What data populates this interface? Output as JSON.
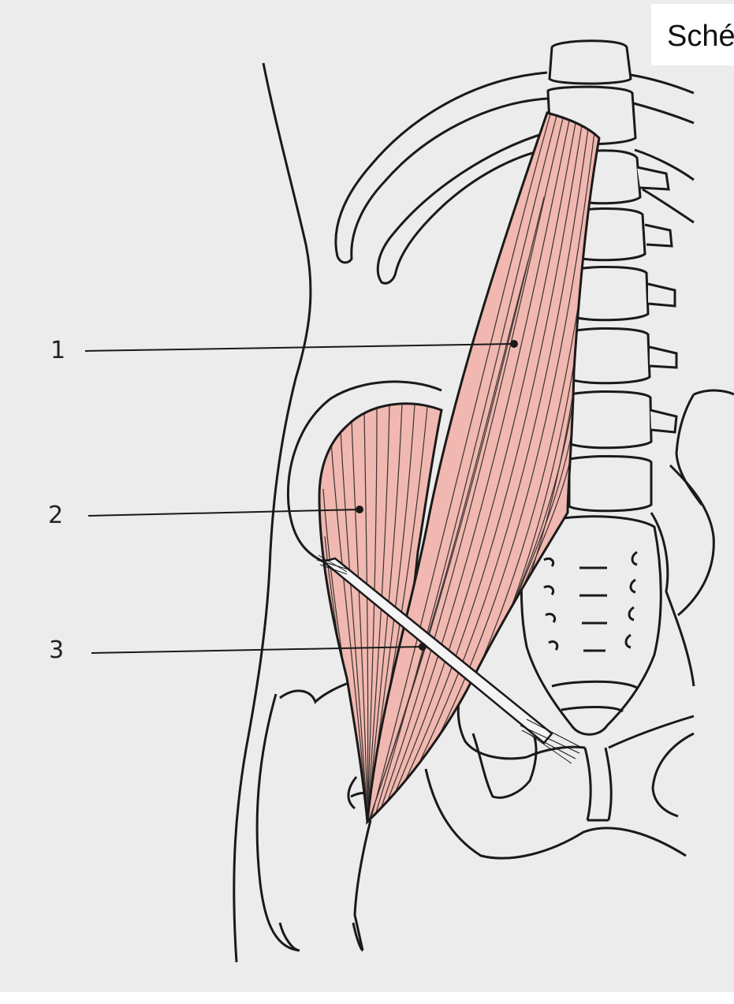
{
  "caption": "Sché",
  "callouts": [
    "1",
    "2",
    "3"
  ],
  "colors": {
    "paper": "#ececec",
    "muscle_fill": "#f0b8b0",
    "ink": "#1a1a1a"
  }
}
